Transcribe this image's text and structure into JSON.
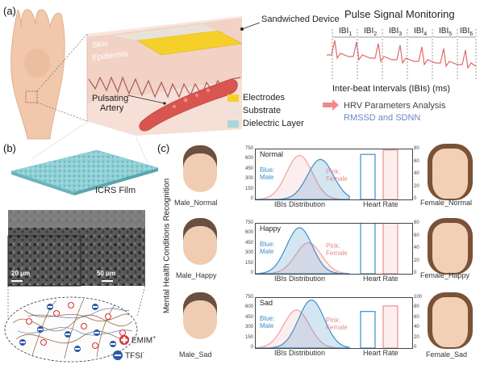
{
  "panels": {
    "a": "(a)",
    "b": "(b)",
    "c": "(c)"
  },
  "panel_a": {
    "device_label": "Sandwiched Device",
    "skin_label": "Skin",
    "epidermis_label": "Epidermis",
    "artery_label_1": "Pulsating",
    "artery_label_2": "Artery",
    "legend": [
      {
        "label": "Electrodes",
        "color": "#f5d02b"
      },
      {
        "label": "Substrate",
        "color": "#e8e3dc"
      },
      {
        "label": "Dielectric Layer",
        "color": "#a9d6d8"
      }
    ],
    "pulse_title": "Pulse Signal Monitoring",
    "ibi_labels": [
      "IBI",
      "IBI",
      "IBI",
      "IBI",
      "IBI",
      "IBI"
    ],
    "ibi_subs": [
      "1",
      "2",
      "3",
      "4",
      "5",
      "6"
    ],
    "ibi_caption": "Inter-beat Intervals (IBIs) (ms)",
    "hrv_line1": "HRV Parameters Analysis",
    "hrv_line2": "RMSSD and SDNN",
    "hrv_color": "#6b86c9"
  },
  "panel_b": {
    "film_label": "ICRS Film",
    "scale_inner": "20 μm",
    "scale_outer": "50 μm",
    "ion1_label": "EMIM",
    "ion1_sup": "+",
    "ion2_label": "TFSI",
    "ion2_sup": "-"
  },
  "panel_c": {
    "side_label": "Mental Health Conditions Recognition",
    "blue_label_1": "Blue:",
    "blue_label_2": "Male",
    "pink_label_1": "Pink:",
    "pink_label_2": "Female",
    "ibi_caption": "IBIs Distribution",
    "hr_caption": "Heart Rate",
    "colors": {
      "male": "#3f8ec8",
      "female": "#f0a0a0"
    },
    "rows": [
      {
        "condition": "Normal",
        "male_face": "Male_Normal",
        "female_face": "Female_Normal",
        "left_ticks": [
          "750",
          "600",
          "450",
          "300",
          "150",
          "0"
        ],
        "right_ticks": [
          "80",
          "60",
          "40",
          "20",
          "0"
        ],
        "heart_rate": {
          "male": 72,
          "female": 79
        }
      },
      {
        "condition": "Happy",
        "male_face": "Male_Happy",
        "female_face": "Female_Happy",
        "left_ticks": [
          "750",
          "600",
          "450",
          "300",
          "150",
          "0"
        ],
        "right_ticks": [
          "80",
          "60",
          "40",
          "20",
          "0"
        ],
        "heart_rate": {
          "male": 86,
          "female": 82
        }
      },
      {
        "condition": "Sad",
        "male_face": "Male_Sad",
        "female_face": "Female_Sad",
        "left_ticks": [
          "750",
          "600",
          "450",
          "300",
          "150",
          "0"
        ],
        "right_ticks": [
          "100",
          "80",
          "60",
          "40",
          "20",
          "0"
        ],
        "heart_rate": {
          "male": 73,
          "female": 84
        }
      }
    ]
  }
}
